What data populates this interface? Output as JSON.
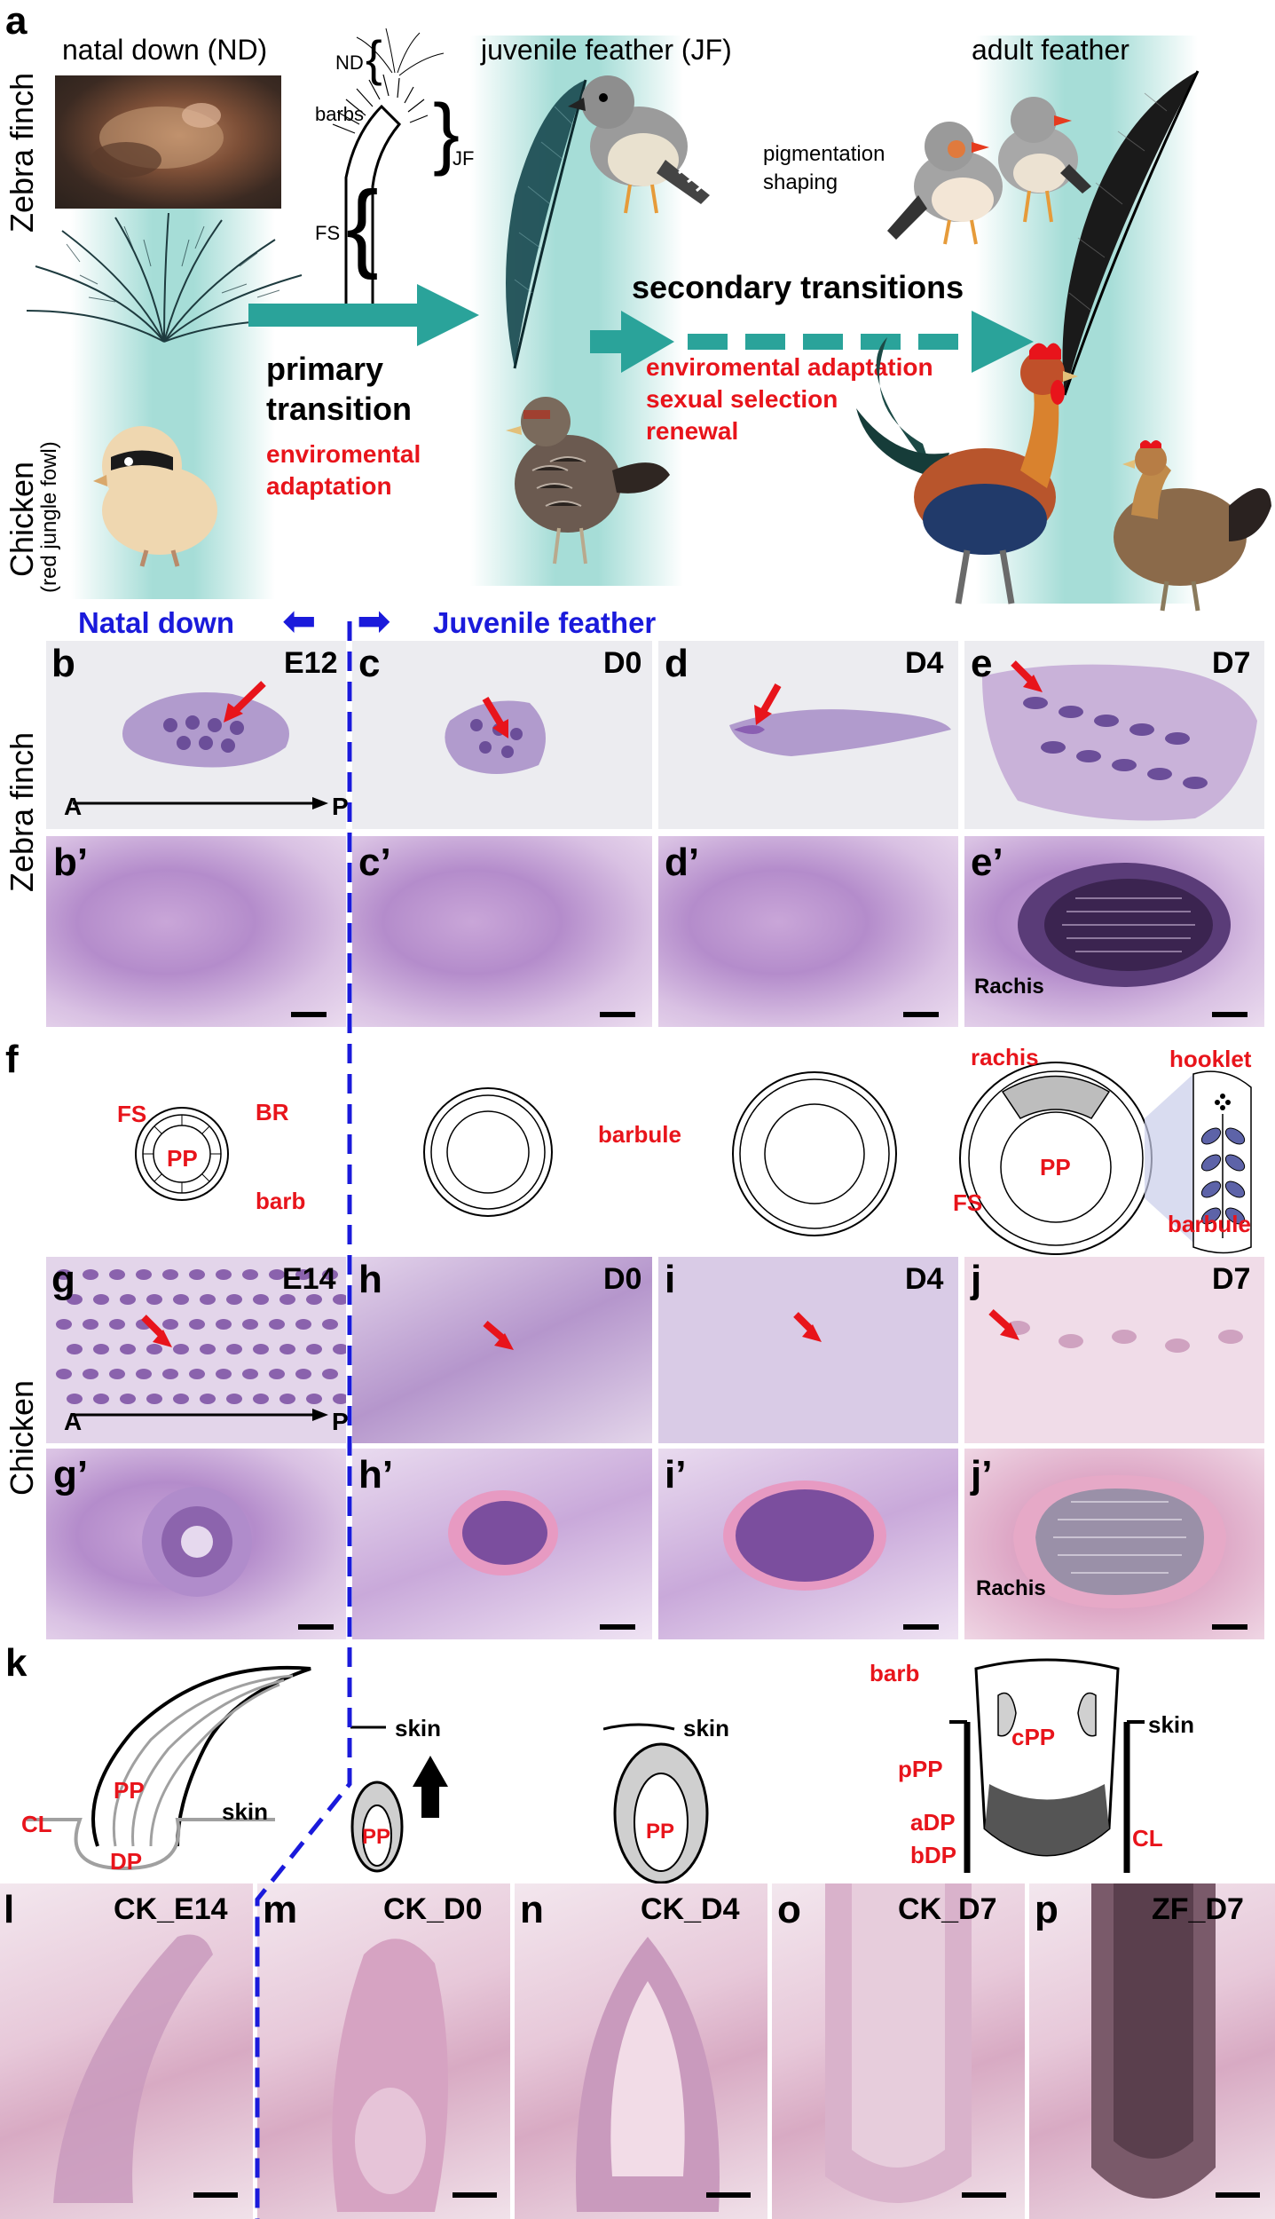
{
  "panels": {
    "a": "a",
    "b": "b",
    "c": "c",
    "d": "d",
    "e": "e",
    "f": "f",
    "g": "g",
    "h": "h",
    "i": "i",
    "j": "j",
    "k": "k",
    "l": "l",
    "m": "m",
    "n": "n",
    "o": "o",
    "p": "p",
    "b2": "b’",
    "c2": "c’",
    "d2": "d’",
    "e2": "e’",
    "g2": "g’",
    "h2": "h’",
    "i2": "i’",
    "j2": "j’"
  },
  "section_a": {
    "species_zebra": "Zebra finch",
    "species_chicken": "Chicken",
    "species_chicken_sub": "(red jungle fowl)",
    "title_nd": "natal down (ND)",
    "title_jf": "juvenile feather (JF)",
    "title_adult": "adult feather",
    "diagram_nd": "ND",
    "diagram_barbs": "barbs",
    "diagram_jf": "JF",
    "diagram_fs": "FS",
    "pigmentation": "pigmentation",
    "shaping": "shaping",
    "primary_1": "primary",
    "primary_2": "transition",
    "primary_red_1": "enviromental",
    "primary_red_2": "adaptation",
    "secondary": "secondary transitions",
    "secondary_red_1": "enviromental adaptation",
    "secondary_red_2": "sexual selection",
    "secondary_red_3": "renewal"
  },
  "divider": {
    "natal_down": "Natal down",
    "juvenile_feather": "Juvenile feather"
  },
  "stages": {
    "b": "E12",
    "c": "D0",
    "d": "D4",
    "e": "D7",
    "g": "E14",
    "h": "D0",
    "i": "D4",
    "j": "D7"
  },
  "axis": {
    "a": "A",
    "p": "P"
  },
  "rachis": "Rachis",
  "section_f": {
    "fs": "FS",
    "br": "BR",
    "pp": "PP",
    "barb": "barb",
    "barbule_mid": "barbule",
    "rachis": "rachis",
    "hooklet": "hooklet",
    "pp_right": "PP",
    "fs_right": "FS",
    "barbule_right": "barbule"
  },
  "section_k": {
    "pp1": "PP",
    "cl1": "CL",
    "dp1": "DP",
    "skin1": "skin",
    "skin2": "skin",
    "pp2": "PP",
    "skin3": "skin",
    "pp3": "PP",
    "barb": "barb",
    "skin4": "skin",
    "cpp": "cPP",
    "ppp": "pPP",
    "adp": "aDP",
    "bdp": "bDP",
    "cl": "CL"
  },
  "bottom_labels": {
    "l": "CK_E14",
    "m": "CK_D0",
    "n": "CK_D4",
    "o": "CK_D7",
    "p": "ZF_D7"
  },
  "colors": {
    "red": "#e8141b",
    "blue": "#1a1adb",
    "teal": "#2aa39a"
  }
}
